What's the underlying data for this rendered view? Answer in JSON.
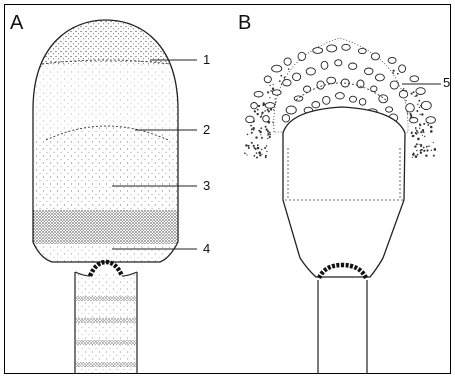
{
  "panels": [
    {
      "letter": "A",
      "callouts": [
        "1",
        "2",
        "3",
        "4"
      ]
    },
    {
      "letter": "B",
      "callouts": [
        "5"
      ]
    }
  ],
  "colors": {
    "ink": "#222222",
    "paper": "#ffffff",
    "frame": "#000000"
  }
}
